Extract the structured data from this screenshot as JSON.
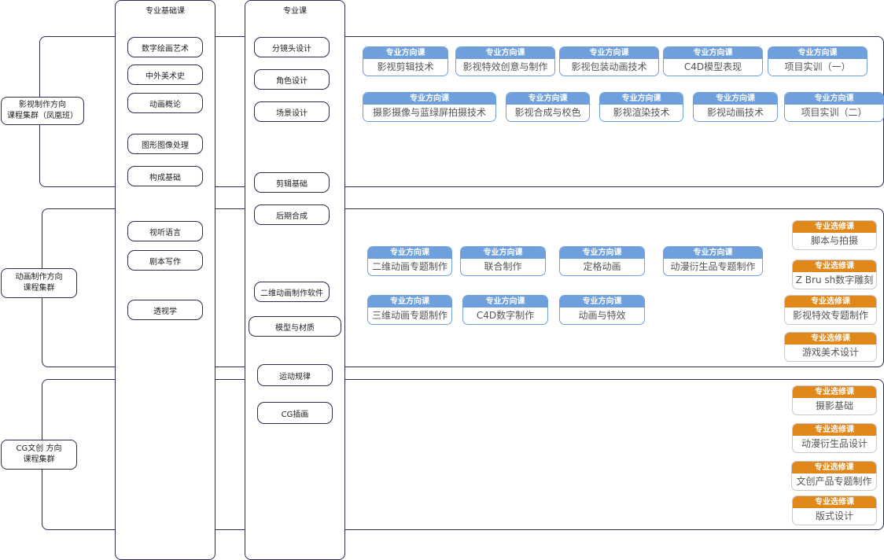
{
  "columns": {
    "foundation": {
      "title": "专业基础课",
      "items": [
        "数字绘画艺术",
        "中外美术史",
        "动画概论",
        "图形图像处理",
        "构成基础",
        "视听语言",
        "剧本写作",
        "透视学"
      ]
    },
    "professional": {
      "title": "专业课",
      "items": [
        "分镜头设计",
        "角色设计",
        "场景设计",
        "剪辑基础",
        "后期合成",
        "二维动画制作软件",
        "模型与材质",
        "运动规律",
        "CG插画"
      ]
    }
  },
  "groups": [
    {
      "label": "影视制作方向\n课程集群（凤凰班）"
    },
    {
      "label": "动画制作方向\n课程集群"
    },
    {
      "label": "CG文创 方向\n课程集群"
    }
  ],
  "tag_direction": "专业方向课",
  "tag_elective": "专业选修课",
  "film_courses": [
    "影视剪辑技术",
    "影视特效创意与制作",
    "影视包装动画技术",
    "C4D模型表现",
    "项目实训（一）",
    "摄影摄像与蓝绿屏拍摄技术",
    "影视合成与校色",
    "影视渲染技术",
    "影视动画技术",
    "项目实训（二）"
  ],
  "animation_courses": [
    "二维动画专题制作",
    "联合制作",
    "定格动画",
    "动漫衍生品专题制作",
    "三维动画专题制作",
    "C4D数字制作",
    "动画与特效"
  ],
  "animation_electives": [
    "脚本与拍摄",
    "Z Bru sh数字雕刻",
    "影视特效专题制作",
    "游戏美术设计"
  ],
  "cg_electives": [
    "摄影基础",
    "动漫衍生品设计",
    "文创产品专题制作",
    "版式设计"
  ]
}
